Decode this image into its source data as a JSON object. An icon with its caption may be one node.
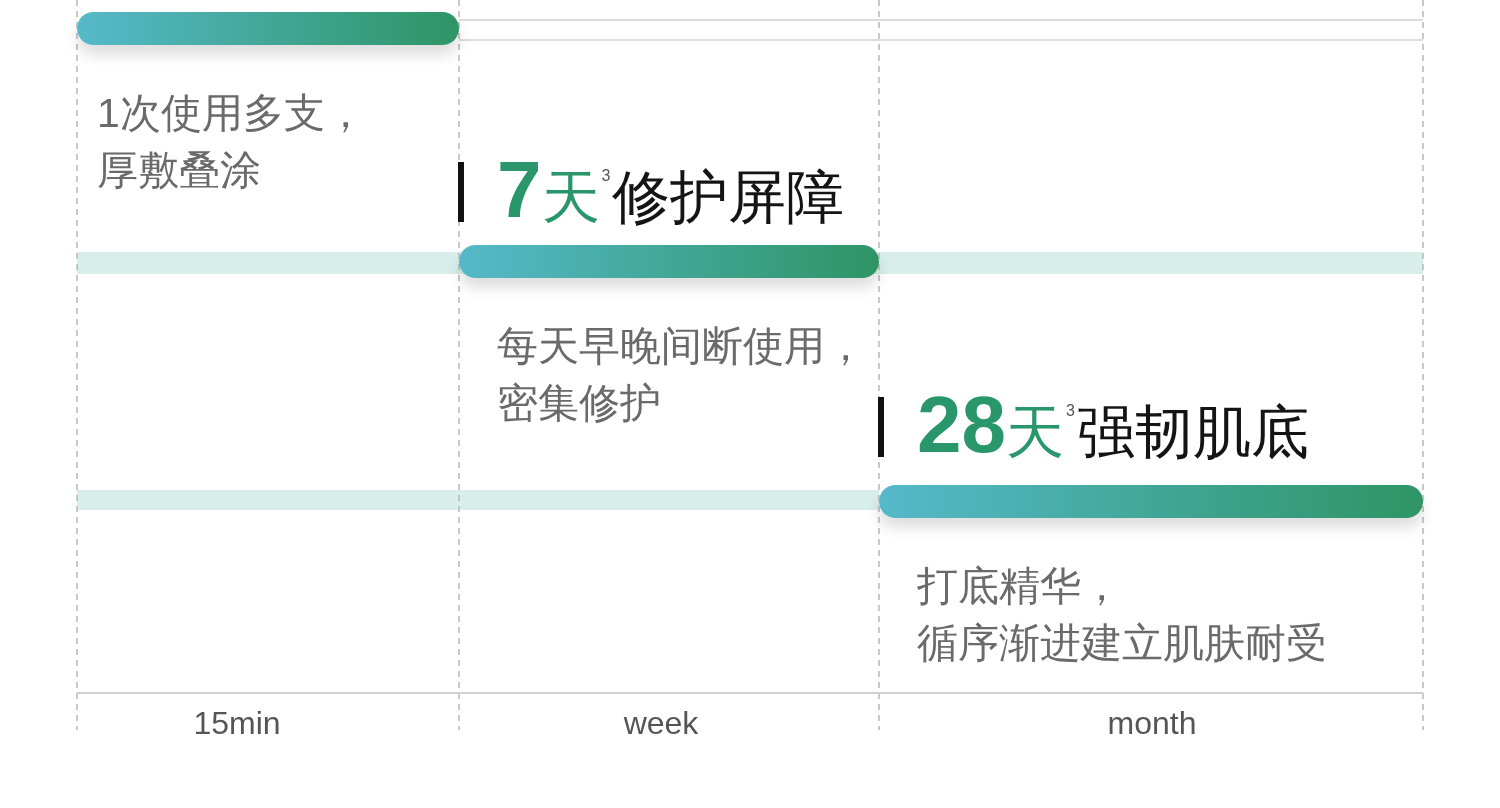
{
  "diagram": {
    "nodes": [
      {
        "text": [
          "1次使用多支，厚敷叠涂"
        ]
      },
      {
        "text": [
          "7天$^{3}$修护屏障",
          "每天早晚间断使用，密集修护"
        ]
      },
      {
        "text": [
          "28天$^{3}$强韧肌底",
          "打底精华，循序渐进建立肌肤耐受"
        ]
      }
    ],
    "labels": [
      "15min",
      "week",
      "month"
    ]
  }
}
